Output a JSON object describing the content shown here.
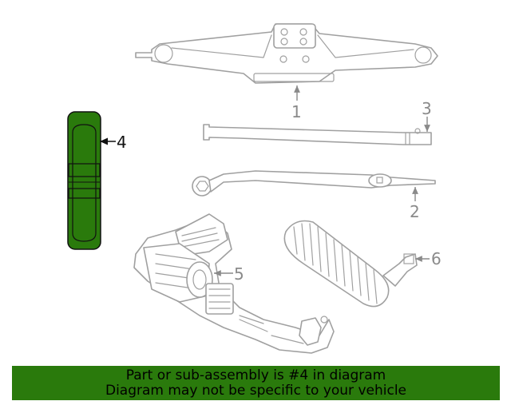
{
  "diagram": {
    "callouts": {
      "jack": "1",
      "handle": "2",
      "extension": "3",
      "highlighted_part": "4",
      "compressor": "5",
      "hose": "6"
    },
    "highlight_color": "#2a7a0c"
  },
  "banner": {
    "line1": "Part or sub-assembly is #4 in diagram",
    "line2": "Diagram may not be specific to your vehicle",
    "background": "#2a7a0c"
  }
}
